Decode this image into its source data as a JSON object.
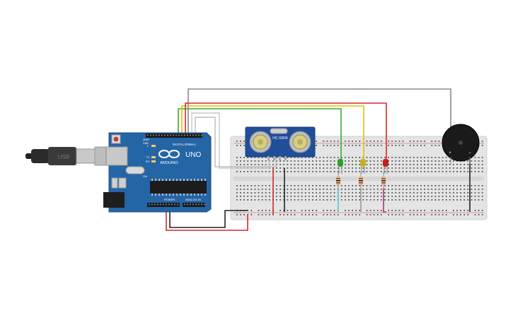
{
  "arduino": {
    "logo_text": "ARDUINO",
    "model": "UNO",
    "digital_label": "DIGITAL (PWM~)",
    "power_label": "POWER",
    "analog_label": "ANALOG IN",
    "on_label": "ON",
    "tx_label": "TX",
    "rx_label": "RX",
    "l_label": "L",
    "aref_label": "AREF",
    "gnd_label": "GND"
  },
  "sensor": {
    "model": "HC-SR04"
  },
  "usb": {
    "label": "USB"
  },
  "buzzer": {
    "plus": "+",
    "minus": "−"
  },
  "colors": {
    "board": "#2465a6",
    "breadboard": "#e6e6e6",
    "wire_gray": "#8a8a8a",
    "wire_green": "#3aaa35",
    "wire_yellow": "#e0c000",
    "wire_red": "#d42a2a",
    "wire_black": "#222222",
    "led_green": "#2ca02c",
    "led_yellow": "#c8b020",
    "led_red": "#c0201a"
  }
}
